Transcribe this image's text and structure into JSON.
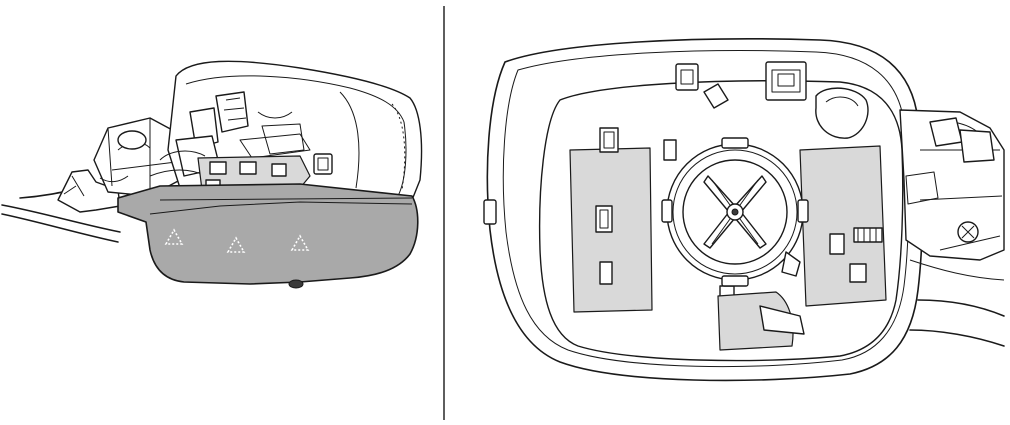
{
  "panels": [
    {
      "name": "mirror-housing-with-lower-cover",
      "icon": "mirror-housing-illustration"
    },
    {
      "name": "mirror-actuator-exposed",
      "icon": "mirror-actuator-illustration"
    }
  ],
  "colors": {
    "line": "#1a1a1a",
    "cover_fill": "#a9a9a9",
    "background": "#ffffff"
  },
  "callouts": {
    "triangle_marker_count": 3
  }
}
